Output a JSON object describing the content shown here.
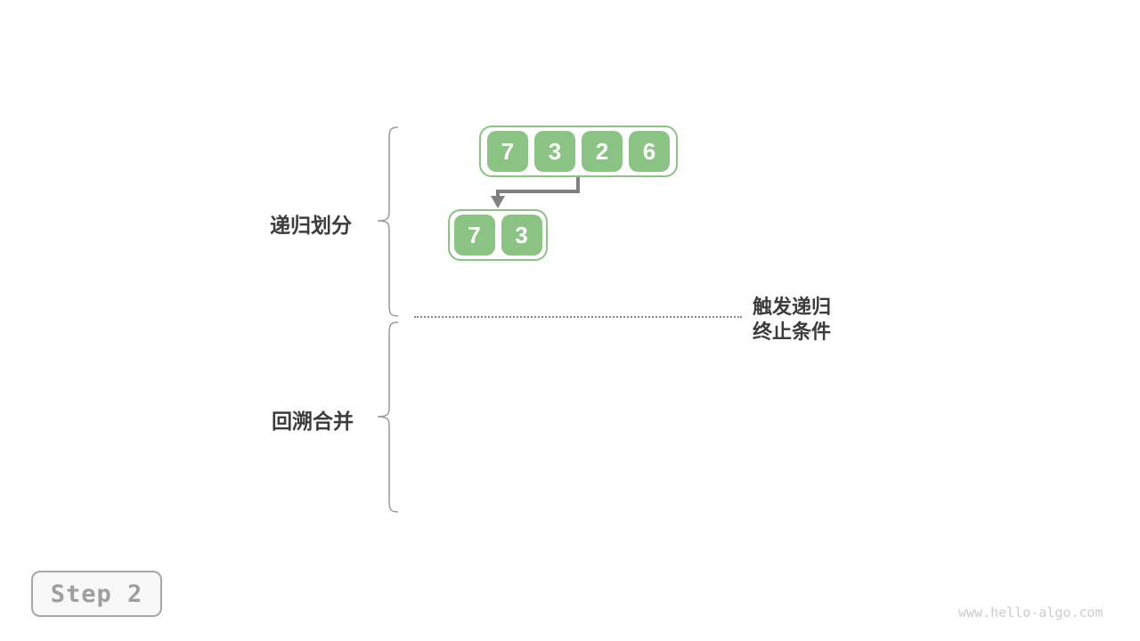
{
  "diagram": {
    "arrays": [
      {
        "name": "top-array",
        "values": [
          "7",
          "3",
          "2",
          "6"
        ]
      },
      {
        "name": "left-subarray",
        "values": [
          "7",
          "3"
        ]
      }
    ],
    "labels": {
      "partition": "递归划分",
      "merge": "回溯合并",
      "termination_line1": "触发递归",
      "termination_line2": "终止条件"
    },
    "step_button": "Step 2",
    "watermark": "www.hello-algo.com",
    "colors": {
      "box_green": "#8bc385",
      "arrow_gray": "#808080",
      "brace_gray": "#999999",
      "text_dark": "#3c3c3c",
      "step_gray": "#9e9e9e"
    }
  }
}
